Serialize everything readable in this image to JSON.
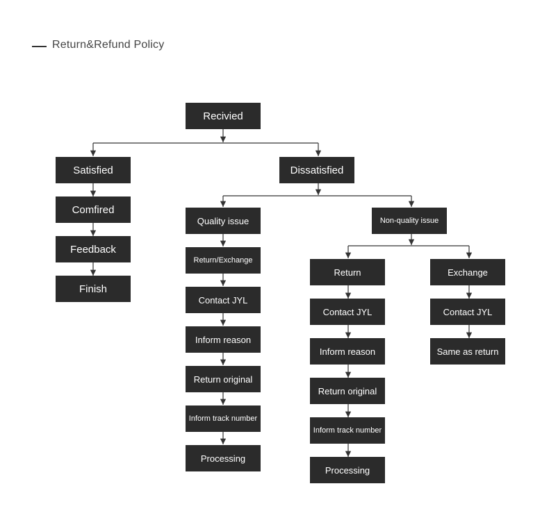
{
  "header": {
    "title": "Return&Refund Policy"
  },
  "diagram": {
    "root": "Recivied",
    "satisfied": {
      "label": "Satisfied",
      "steps": [
        "Comfired",
        "Feedback",
        "Finish"
      ]
    },
    "dissatisfied": {
      "label": "Dissatisfied",
      "quality_issue": {
        "label": "Quality issue",
        "steps": [
          "Return/Exchange",
          "Contact JYL",
          "Inform reason",
          "Return original",
          "Inform track number",
          "Processing"
        ]
      },
      "non_quality_issue": {
        "label": "Non-quality issue",
        "return": {
          "label": "Return",
          "steps": [
            "Contact JYL",
            "Inform reason",
            "Return original",
            "Inform track number",
            "Processing"
          ]
        },
        "exchange": {
          "label": "Exchange",
          "steps": [
            "Contact JYL",
            "Same as return"
          ]
        }
      }
    }
  },
  "colors": {
    "box_fill": "#2b2b2b",
    "box_text": "#ffffff",
    "line": "#333333",
    "title_text": "#444444"
  }
}
